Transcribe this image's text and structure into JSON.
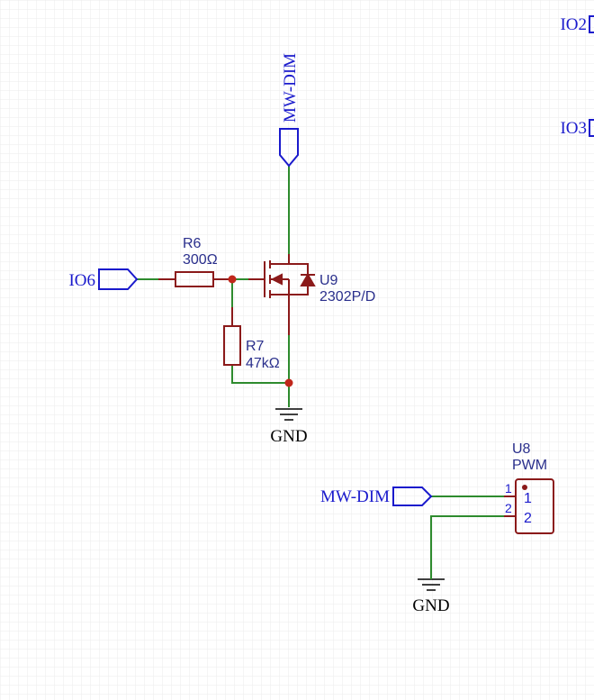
{
  "colors": {
    "wire": "#2e8b2e",
    "component": "#8b1a1a",
    "net_flag": "#1a1acc",
    "designator": "#2a2f8c",
    "junction": "#c0271b",
    "grid": "#ebebeb"
  },
  "net_labels": {
    "mwdim_top": "MW-DIM",
    "io6": "IO6",
    "mwdim_conn": "MW-DIM",
    "io2": "IO2",
    "io3": "IO3"
  },
  "ground": {
    "gnd1": "GND",
    "gnd2": "GND"
  },
  "components": {
    "r6": {
      "ref": "R6",
      "value": "300Ω"
    },
    "r7": {
      "ref": "R7",
      "value": "47kΩ"
    },
    "u9": {
      "ref": "U9",
      "value": "2302P/D"
    },
    "u8": {
      "ref": "U8",
      "value": "PWM",
      "pins": [
        {
          "number": "1",
          "name": "1"
        },
        {
          "number": "2",
          "name": "2"
        }
      ]
    }
  }
}
